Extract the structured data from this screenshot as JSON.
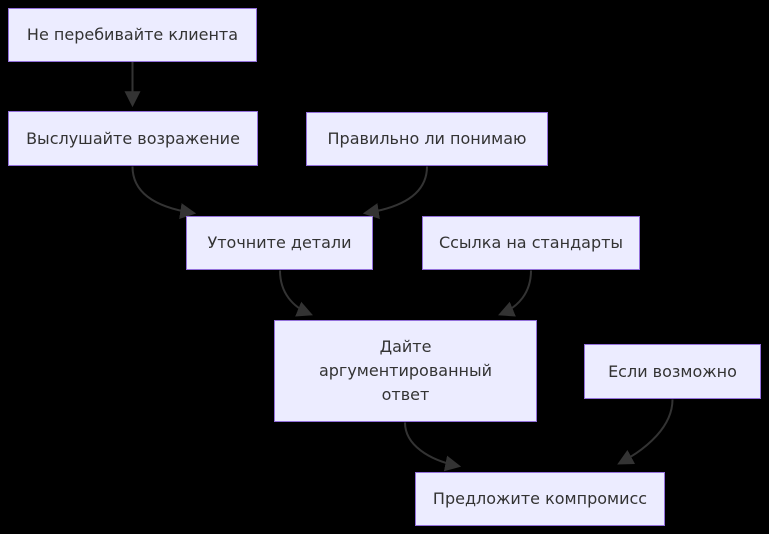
{
  "diagram": {
    "type": "flowchart",
    "direction": "top-down",
    "colors": {
      "background": "#000000",
      "node_fill": "#ECECFF",
      "node_border": "#9370DB",
      "node_text": "#333333",
      "edge": "#333333"
    },
    "nodes": [
      {
        "id": "A",
        "label": "Не перебивайте клиента"
      },
      {
        "id": "B",
        "label": "Выслушайте возражение"
      },
      {
        "id": "C",
        "label": "Правильно ли понимаю"
      },
      {
        "id": "D",
        "label": "Уточните детали"
      },
      {
        "id": "E",
        "label": "Ссылка на стандарты"
      },
      {
        "id": "F",
        "label": "Дайте\nаргументированный\nответ"
      },
      {
        "id": "G",
        "label": "Если возможно"
      },
      {
        "id": "H",
        "label": "Предложите компромисс"
      }
    ],
    "edges": [
      {
        "from": "Не перебивайте клиента",
        "to": "Выслушайте возражение"
      },
      {
        "from": "Выслушайте возражение",
        "to": "Уточните детали"
      },
      {
        "from": "Правильно ли понимаю",
        "to": "Уточните детали"
      },
      {
        "from": "Уточните детали",
        "to": "Дайте аргументированный ответ"
      },
      {
        "from": "Ссылка на стандарты",
        "to": "Дайте аргументированный ответ"
      },
      {
        "from": "Дайте аргументированный ответ",
        "to": "Предложите компромисс"
      },
      {
        "from": "Если возможно",
        "to": "Предложите компромисс"
      }
    ]
  }
}
